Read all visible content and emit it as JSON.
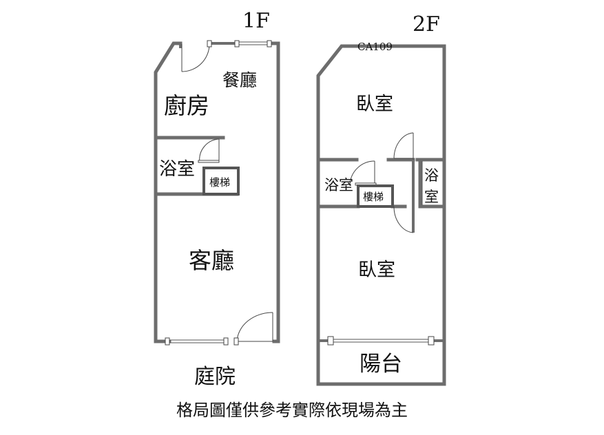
{
  "floors": {
    "first": {
      "title": "1F",
      "rooms": {
        "dining": "餐廳",
        "kitchen": "廚房",
        "bathroom": "浴室",
        "stairs": "樓梯",
        "living": "客廳"
      },
      "outside": "庭院"
    },
    "second": {
      "title": "2F",
      "code": "CA109",
      "rooms": {
        "bedroom_front": "臥室",
        "bathroom_left": "浴室",
        "stairs": "樓梯",
        "bathroom_right_top": "浴",
        "bathroom_right_bottom": "室",
        "bedroom_back": "臥室",
        "balcony": "陽台"
      }
    }
  },
  "footer_note": "格局圖僅供參考實際依現場為主"
}
